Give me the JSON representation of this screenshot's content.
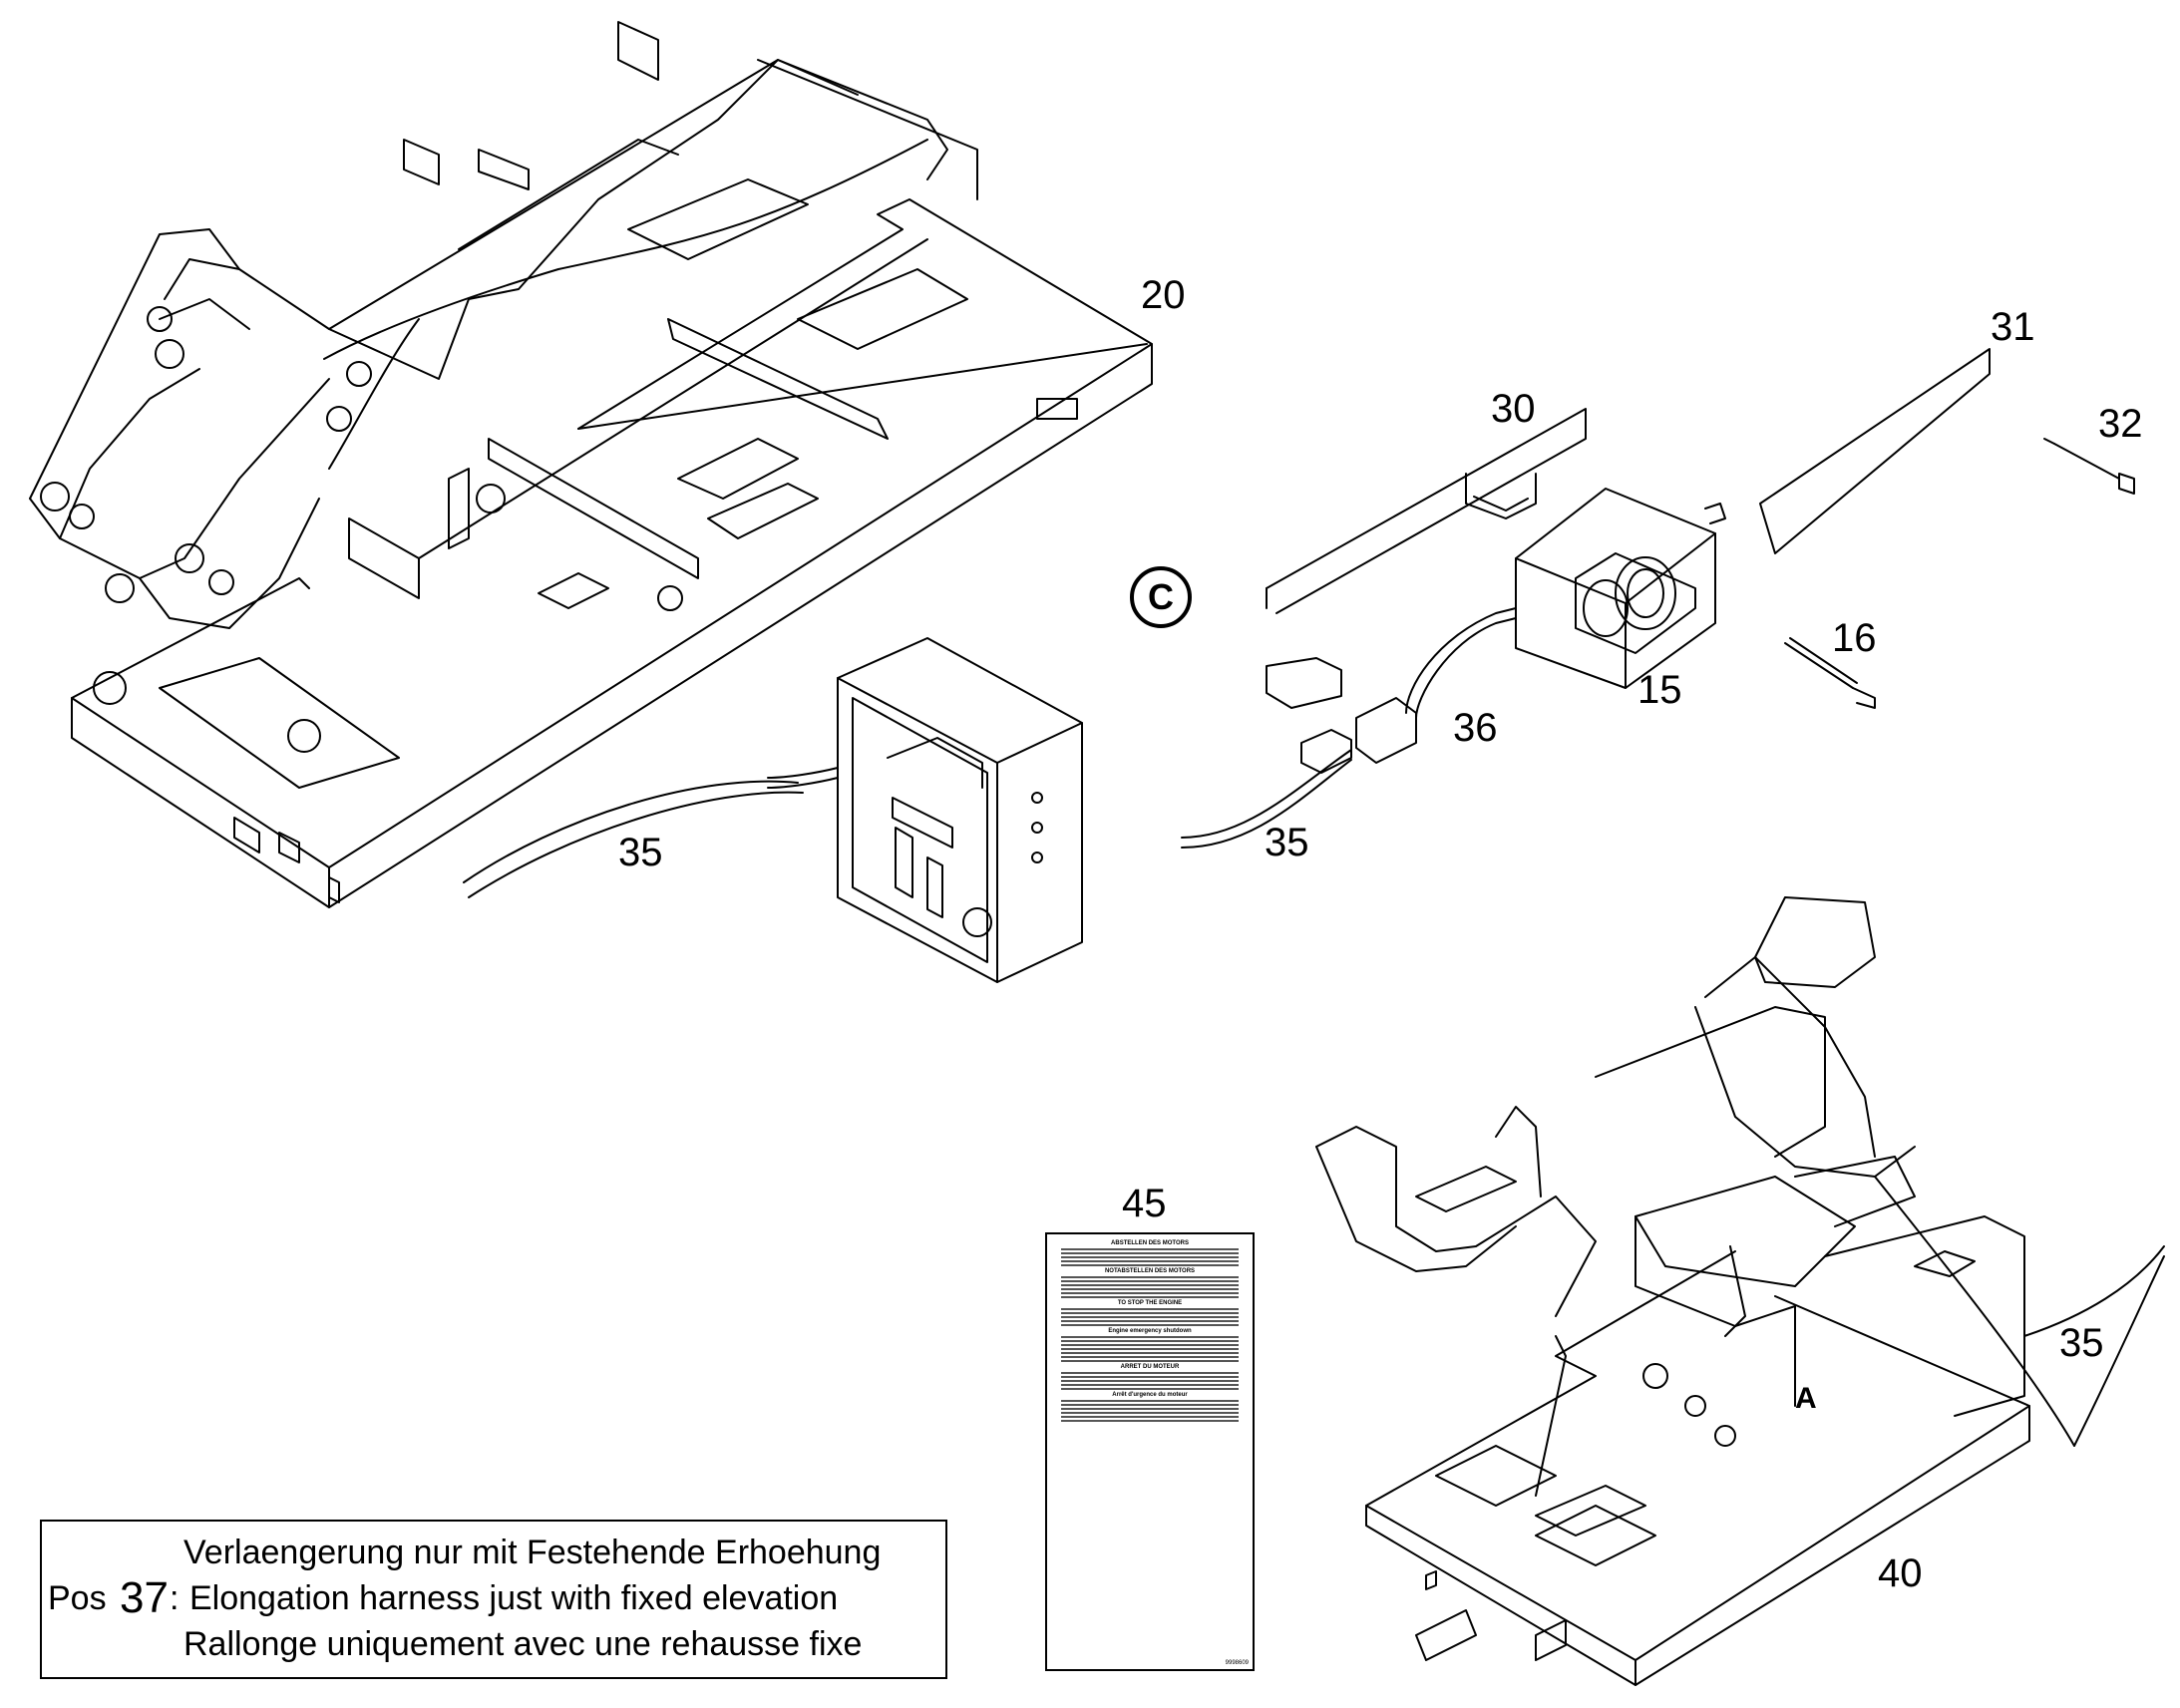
{
  "callouts": {
    "frame": "20",
    "rail": "30",
    "decal_plate": "31",
    "screw_small": "32",
    "bolt": "16",
    "switch_box": "15",
    "connector": "36",
    "harness_right": "35",
    "harness_left": "35",
    "harness_seat": "35",
    "decal_45": "45",
    "cab": "40"
  },
  "markers": {
    "view_c": "C",
    "view_a": "A"
  },
  "note": {
    "prefix": "Pos",
    "position": "37",
    "separator": ":",
    "lines": [
      "Verlaengerung nur mit Festehende Erhoehung",
      "Elongation harness just with fixed elevation",
      "Rallonge uniquement avec une rehausse fixe"
    ]
  },
  "decal": {
    "headings": [
      "ABSTELLEN DES MOTORS",
      "NOTABSTELLEN DES MOTORS",
      "TO STOP THE ENGINE",
      "Engine emergency shutdown",
      "ARRET DU MOTEUR",
      "Arrêt d'urgence du moteur"
    ],
    "code": "9998609"
  }
}
